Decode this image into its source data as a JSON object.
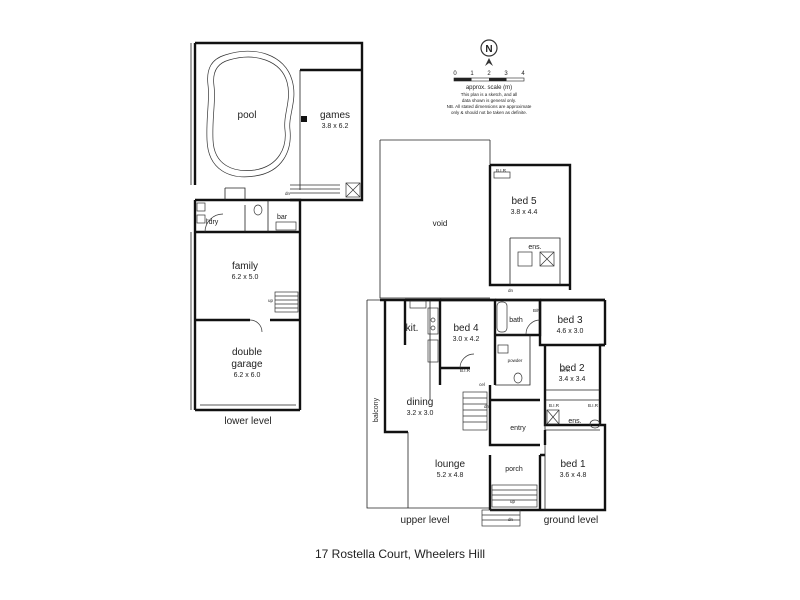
{
  "rooms": {
    "pool": {
      "name": "pool"
    },
    "games": {
      "name": "games",
      "dims": "3.8 x 6.2"
    },
    "laundry": {
      "name": "l'dry"
    },
    "bar": {
      "name": "bar"
    },
    "family": {
      "name": "family",
      "dims": "6.2 x 5.0"
    },
    "garage": {
      "name_line1": "double",
      "name_line2": "garage",
      "dims": "6.2 x 6.0"
    },
    "void": {
      "name": "void"
    },
    "bed5": {
      "name": "bed 5",
      "dims": "3.8 x 4.4"
    },
    "ens_upper": {
      "name": "ens."
    },
    "kitchen": {
      "name": "kit."
    },
    "bed4": {
      "name": "bed 4",
      "dims": "3.0 x 4.2"
    },
    "bath": {
      "name": "bath"
    },
    "bed3": {
      "name": "bed 3",
      "dims": "4.6 x 3.0"
    },
    "powder": {
      "name": "powder"
    },
    "bed2": {
      "name": "bed 2",
      "dims": "3.4 x 3.4"
    },
    "balcony": {
      "name": "balcony"
    },
    "dining": {
      "name": "dining",
      "dims": "3.2 x 3.0"
    },
    "cellar": {
      "name": "cel"
    },
    "entry": {
      "name": "entry"
    },
    "ens_lower": {
      "name": "ens."
    },
    "lounge": {
      "name": "lounge",
      "dims": "5.2 x 4.8"
    },
    "porch": {
      "name": "porch"
    },
    "bed1": {
      "name": "bed 1",
      "dims": "3.6 x 4.8"
    }
  },
  "small_labels": {
    "bir": "B.I.R",
    "dn": "dn",
    "up": "up",
    "br": "B/R"
  },
  "levels": {
    "lower": "lower level",
    "upper": "upper level",
    "ground": "ground level"
  },
  "compass": {
    "label": "N"
  },
  "scale": {
    "ticks": [
      "0",
      "1",
      "2",
      "3",
      "4"
    ],
    "caption": "approx. scale (m)",
    "note_lines": [
      "This plan is a sketch, and all",
      "data shown is general only.",
      "NB. All stated dimensions are approximate",
      "only & should not be taken as definite."
    ]
  },
  "address": "17 Rostella Court, Wheelers Hill"
}
